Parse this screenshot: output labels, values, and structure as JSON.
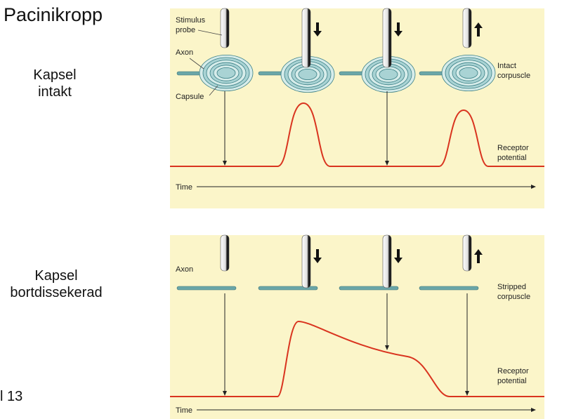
{
  "slide": {
    "title": "Pacinikropp",
    "label_intact": "Kapsel intakt",
    "label_stripped": "Kapsel bortdissekerad",
    "page_fragment": "l 13"
  },
  "top_panel": {
    "stimulus_probe": "Stimulus probe",
    "stimulus_probe_l1": "Stimulus",
    "stimulus_probe_l2": "probe",
    "axon": "Axon",
    "capsule": "Capsule",
    "corpuscle_l1": "Intact",
    "corpuscle_l2": "corpuscle",
    "potential_l1": "Receptor",
    "potential_l2": "potential",
    "time": "Time"
  },
  "bottom_panel": {
    "axon": "Axon",
    "corpuscle_l1": "Stripped",
    "corpuscle_l2": "corpuscle",
    "potential_l1": "Receptor",
    "potential_l2": "potential",
    "time": "Time"
  },
  "colors": {
    "panel_bg": "#fbf5c9",
    "trace": "#d9341f",
    "capsule": "#7fb9bf",
    "axon": "#5f9ea0"
  }
}
